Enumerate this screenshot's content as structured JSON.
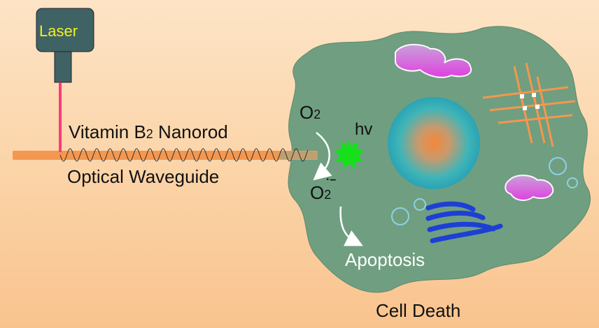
{
  "laser": {
    "label": "Laser",
    "label_color": "#f5f020",
    "body_color": "#3f6264"
  },
  "nanorod": {
    "label_main": "Vitamin B",
    "label_sub": "2",
    "label_tail": " Nanorod",
    "color": "#f4974f"
  },
  "waveguide": {
    "label": "Optical Waveguide"
  },
  "oxygen": {
    "o2_main": "O",
    "o2_sub": "2",
    "superoxide_main": "O",
    "superoxide_sub": "2",
    "superoxide_sup": "·–"
  },
  "hv": {
    "label": "hv",
    "color": "#15e01a"
  },
  "apoptosis": {
    "label": "Apoptosis"
  },
  "cell": {
    "color": "#6f9f80"
  },
  "caption": {
    "label": "Cell Death"
  }
}
